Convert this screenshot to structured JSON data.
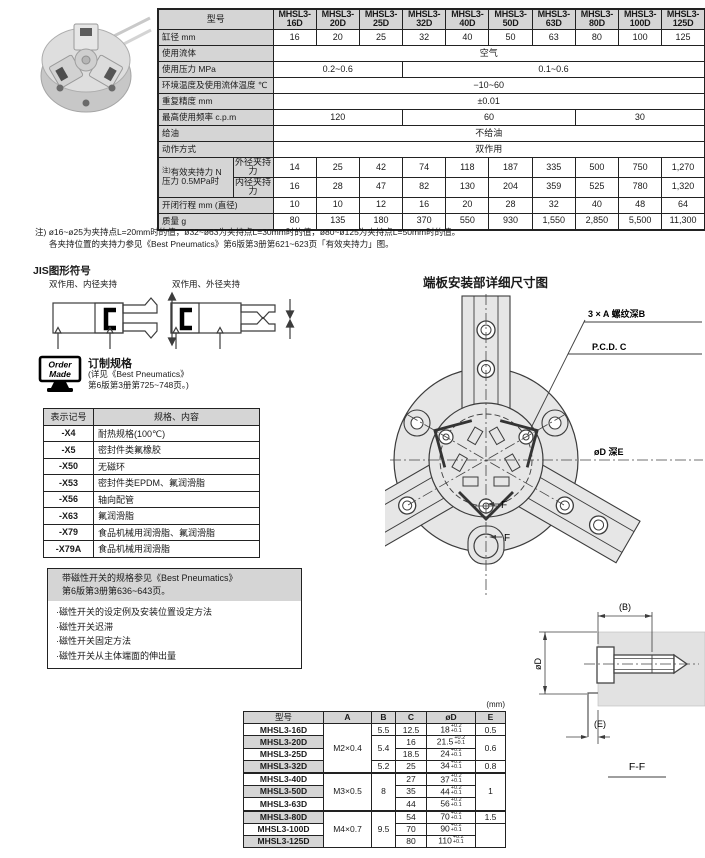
{
  "colors": {
    "table_gray": "#d5d5d5",
    "drawing_fill": "#e6e6e6",
    "line_dark": "#3c3c3c"
  },
  "spec_table": {
    "corner_label": "型号",
    "models": [
      "MHSL3-16D",
      "MHSL3-20D",
      "MHSL3-25D",
      "MHSL3-32D",
      "MHSL3-40D",
      "MHSL3-50D",
      "MHSL3-63D",
      "MHSL3-80D",
      "MHSL3-100D",
      "MHSL3-125D"
    ],
    "bore": {
      "label": "缸径  mm",
      "values": [
        "16",
        "20",
        "25",
        "32",
        "40",
        "50",
        "63",
        "80",
        "100",
        "125"
      ]
    },
    "fluid": {
      "label": "使用流体",
      "value": "空气"
    },
    "pressure": {
      "label": "使用压力 MPa",
      "v1": "0.2~0.6",
      "v2": "0.1~0.6"
    },
    "temp": {
      "label": "环境温度及使用流体温度 ℃",
      "value": "−10~60"
    },
    "repeatability": {
      "label": "重复精度  mm",
      "value": "±0.01"
    },
    "frequency": {
      "label": "最高使用频率  c.p.m",
      "v1": "120",
      "v2": "60",
      "v3": "30"
    },
    "lubrication": {
      "label": "给油",
      "value": "不给油"
    },
    "action": {
      "label": "动作方式",
      "value": "双作用"
    },
    "force": {
      "note_mark": "注)",
      "label_line1": "有效夹持力 N",
      "label_line2": "压力 0.5MPa时",
      "ext": {
        "label": "外径夹持力",
        "values": [
          "14",
          "25",
          "42",
          "74",
          "118",
          "187",
          "335",
          "500",
          "750",
          "1,270"
        ]
      },
      "int": {
        "label": "内径夹持力",
        "values": [
          "16",
          "28",
          "47",
          "82",
          "130",
          "204",
          "359",
          "525",
          "780",
          "1,320"
        ]
      }
    },
    "stroke": {
      "label": "开闭行程 mm (直径)",
      "values": [
        "10",
        "10",
        "12",
        "16",
        "20",
        "28",
        "32",
        "40",
        "48",
        "64"
      ]
    },
    "mass": {
      "label": "质量  g",
      "values": [
        "80",
        "135",
        "180",
        "370",
        "550",
        "930",
        "1,550",
        "2,850",
        "5,500",
        "11,300"
      ]
    }
  },
  "notes": {
    "line1": "注) ø16~ø25为夹持点L=20mm时的值，ø32~ø63为夹持点L=30mm时的值，ø80~ø125为夹持点L=50mm时的值。",
    "line2": "各夹持位置的夹持力参见《Best Pneumatics》第6版第3册第621~623页「有效夹持力」图。"
  },
  "jis": {
    "title": "JIS图形符号",
    "left_label": "双作用、内径夹持",
    "right_label": "双作用、外径夹持"
  },
  "order_made": {
    "icon_line1": "Order",
    "icon_line2": "Made",
    "title": "订制规格",
    "sub1": "(详见《Best Pneumatics》",
    "sub2": "第6版第3册第725~748页。)",
    "table": {
      "col1": "表示记号",
      "col2": "规格、内容",
      "rows": [
        {
          "code": "-X4",
          "desc": "耐热规格(100℃)"
        },
        {
          "code": "-X5",
          "desc": "密封件类氟橡胶"
        },
        {
          "code": "-X50",
          "desc": "无磁环"
        },
        {
          "code": "-X53",
          "desc": "密封件类EPDM、氟润滑脂"
        },
        {
          "code": "-X56",
          "desc": "轴向配管"
        },
        {
          "code": "-X63",
          "desc": "氟润滑脂"
        },
        {
          "code": "-X79",
          "desc": "食品机械用润滑脂、氟润滑脂"
        },
        {
          "code": "-X79A",
          "desc": "食品机械用润滑脂"
        }
      ]
    }
  },
  "switch_box": {
    "header1": "带磁性开关的规格参见《Best Pneumatics》",
    "header2": "第6版第3册第636~643页。",
    "items": [
      "·磁性开关的设定例及安装位置设定方法",
      "·磁性开关迟滞",
      "·磁性开关固定方法",
      "·磁性开关从主体端面的伸出量"
    ]
  },
  "drawing": {
    "title": "端板安装部详细尺寸图",
    "label_thread": "3 × A  螺纹深B",
    "label_pcd": "P.C.D. C",
    "label_bore": "øD 深E",
    "label_f": "F",
    "section": {
      "b": "(B)",
      "d": "øD",
      "e": "(E)",
      "caption": "F-F"
    }
  },
  "dim_table": {
    "unit": "(mm)",
    "headers": [
      "型号",
      "A",
      "B",
      "C",
      "øD",
      "E"
    ],
    "a_groups": [
      "M2×0.4",
      "M3×0.5",
      "M4×0.7"
    ],
    "b_vals": [
      "5.5",
      "5.4",
      "5.2",
      "8",
      "9.5"
    ],
    "e_vals": [
      "0.5",
      "0.6",
      "0.8",
      "1",
      "1.5"
    ],
    "tol_top": "+0.2",
    "tol_bot": "+0.1",
    "rows": [
      {
        "model": "MHSL3-16D",
        "c": "12.5",
        "d": "18"
      },
      {
        "model": "MHSL3-20D",
        "c": "16",
        "d": "21.5"
      },
      {
        "model": "MHSL3-25D",
        "c": "18.5",
        "d": "24"
      },
      {
        "model": "MHSL3-32D",
        "c": "25",
        "d": "34"
      },
      {
        "model": "MHSL3-40D",
        "c": "27",
        "d": "37"
      },
      {
        "model": "MHSL3-50D",
        "c": "35",
        "d": "44"
      },
      {
        "model": "MHSL3-63D",
        "c": "44",
        "d": "56"
      },
      {
        "model": "MHSL3-80D",
        "c": "54",
        "d": "70"
      },
      {
        "model": "MHSL3-100D",
        "c": "70",
        "d": "90"
      },
      {
        "model": "MHSL3-125D",
        "c": "80",
        "d": "110"
      }
    ]
  }
}
